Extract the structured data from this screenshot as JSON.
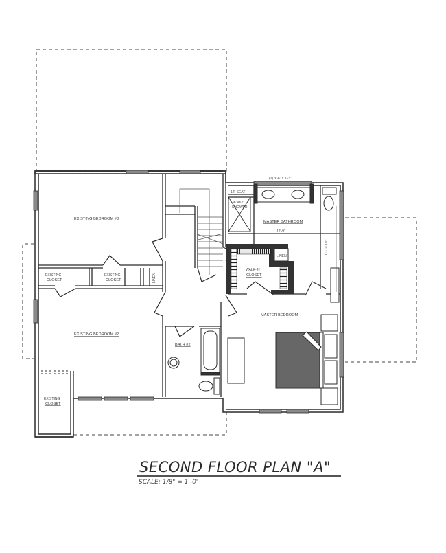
{
  "plan": {
    "title": "SECOND FLOOR PLAN \"A\"",
    "scale": "SCALE: 1/8\" = 1'-0\""
  },
  "rooms": {
    "bedroom3": "EXISTING BEDROOM #3",
    "bedroom2": "EXISTING BEDROOM #2",
    "closet_a_line1": "EXISTING",
    "closet_a_line2": "CLOSET",
    "closet_b_line1": "EXISTING",
    "closet_b_line2": "CLOSET",
    "closet_c_line1": "EXISTING",
    "closet_c_line2": "CLOSET",
    "linen_hall": "LINEN",
    "bath2": "BATH #2",
    "master_bathroom": "MASTER BATHROOM",
    "master_bedroom": "MASTER BEDROOM",
    "walk_in_line1": "WALK-IN",
    "walk_in_line2": "CLOSET",
    "linen_master": "LINEN",
    "shower_seat": "12\" SEAT",
    "shower_line1": "36\"X62\"",
    "shower_line2": "SHOWER"
  },
  "dimensions": {
    "window_note": "(2) 3'-6\" x 1'-3\"",
    "bath_width": "12'-9\"",
    "bath_depth": "11'-10 1/2\""
  },
  "colors": {
    "wall": "#2b2b2b",
    "window": "#8a8a8a",
    "dashed": "#6a6a6a",
    "fill_dark": "#333333",
    "bed_fill": "#6b6b6b"
  }
}
